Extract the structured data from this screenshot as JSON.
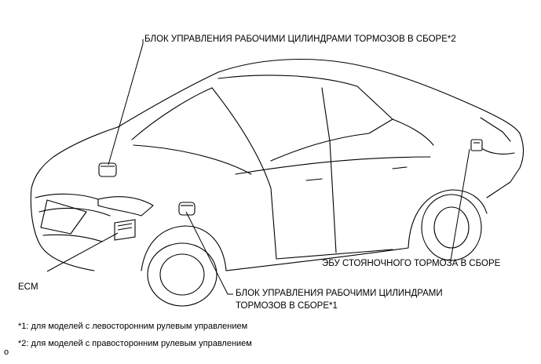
{
  "labels": {
    "brake_actuator_top": "БЛОК УПРАВЛЕНИЯ РАБОЧИМИ ЦИЛИНДРАМИ ТОРМОЗОВ В СБОРЕ*2",
    "brake_actuator_bottom_line1": "БЛОК УПРАВЛЕНИЯ РАБОЧИМИ ЦИЛИНДРАМИ",
    "brake_actuator_bottom_line2": "ТОРМОЗОВ В СБОРЕ*1",
    "parking_brake_ecu": "ЭБУ СТОЯНОЧНОГО ТОРМОЗА В СБОРЕ",
    "ecm": "ECM"
  },
  "notes": {
    "note1": "*1: для моделей с левосторонним рулевым управлением",
    "note2": "*2: для моделей с правосторонним рулевым управлением"
  },
  "corner_mark": "o"
}
